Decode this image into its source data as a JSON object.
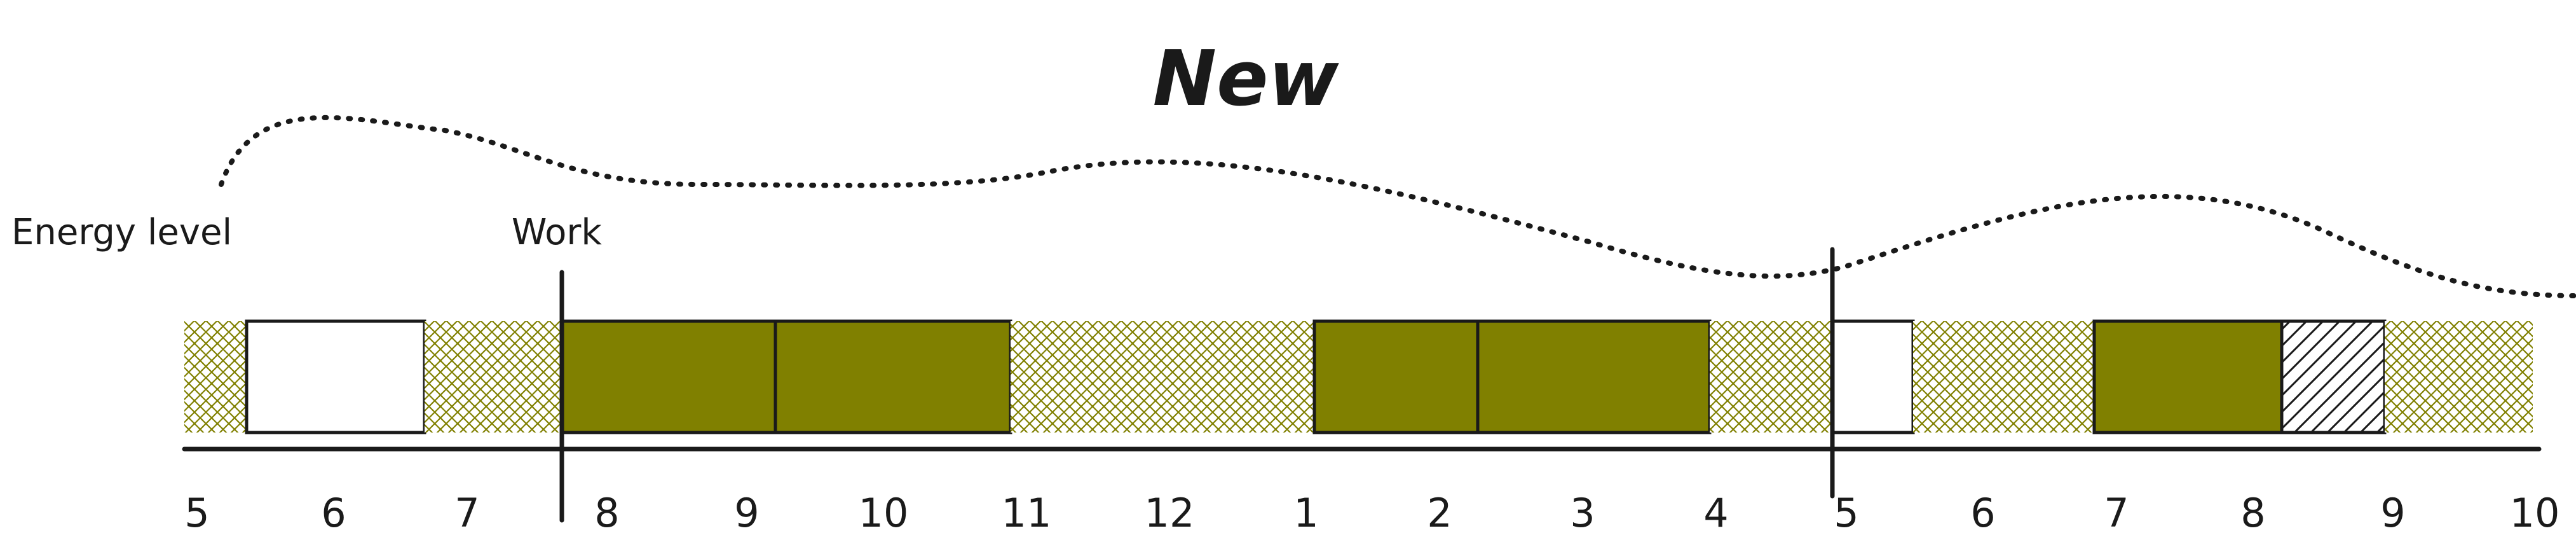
{
  "title": "New",
  "labels": {
    "energy": "Energy level",
    "work": "Work"
  },
  "colors": {
    "solid": "#808000",
    "hatch": "#808000",
    "outline": "#1a1a1a",
    "background": "#ffffff"
  },
  "hours": [
    "5",
    "6",
    "7",
    "8",
    "9",
    "10",
    "11",
    "12",
    "1",
    "2",
    "3",
    "4",
    "5",
    "6",
    "7",
    "8",
    "9",
    "10"
  ],
  "blocks": [
    {
      "fill": "crosshatch"
    },
    {
      "fill": "white"
    },
    {
      "fill": "crosshatch"
    },
    {
      "fill": "solid"
    },
    {
      "fill": "solid"
    },
    {
      "fill": "crosshatch"
    },
    {
      "fill": "crosshatch"
    },
    {
      "fill": "solid"
    },
    {
      "fill": "solid"
    },
    {
      "fill": "crosshatch"
    },
    {
      "fill": "white"
    },
    {
      "fill": "crosshatch"
    },
    {
      "fill": "solid"
    },
    {
      "fill": "diagonal"
    },
    {
      "fill": "crosshatch"
    }
  ]
}
